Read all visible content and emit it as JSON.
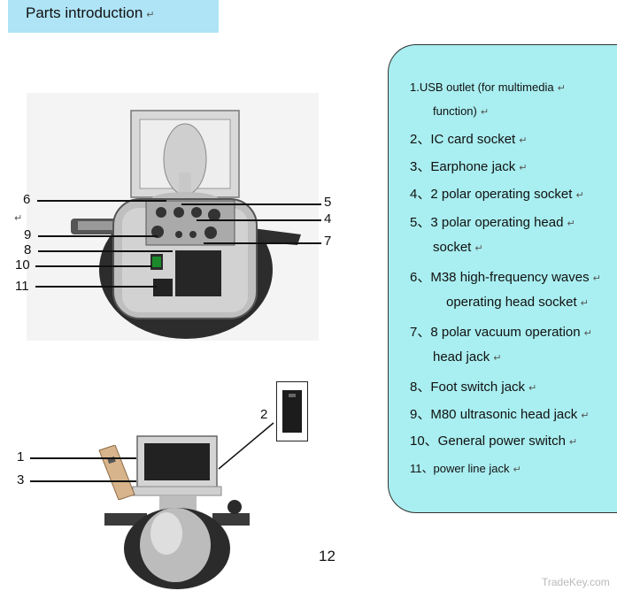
{
  "title": "Parts introduction",
  "return_mark": "↵",
  "parts": [
    {
      "lines": [
        "1.USB outlet (for multimedia",
        "function)"
      ]
    },
    {
      "lines": [
        "2、IC card socket"
      ]
    },
    {
      "lines": [
        "3、Earphone jack"
      ]
    },
    {
      "lines": [
        "4、2 polar operating socket"
      ]
    },
    {
      "lines": [
        "5、3 polar operating head",
        "socket"
      ]
    },
    {
      "lines": [
        "6、M38 high-frequency waves",
        "operating head socket"
      ]
    },
    {
      "lines": [
        "7、8 polar vacuum operation",
        "head jack"
      ]
    },
    {
      "lines": [
        "8、Foot switch jack"
      ]
    },
    {
      "lines": [
        "9、M80 ultrasonic head jack"
      ]
    },
    {
      "lines": [
        "10、General power switch"
      ]
    },
    {
      "lines": [
        "11、power line jack"
      ]
    }
  ],
  "callouts_rear": {
    "n6": "6",
    "n5": "5",
    "n4": "4",
    "n9": "9",
    "n7": "7",
    "n8": "8",
    "n10": "10",
    "n11": "11"
  },
  "callouts_front": {
    "n1": "1",
    "n2": "2",
    "n3": "3"
  },
  "page_number": "12",
  "watermark": "TradeKey.com"
}
